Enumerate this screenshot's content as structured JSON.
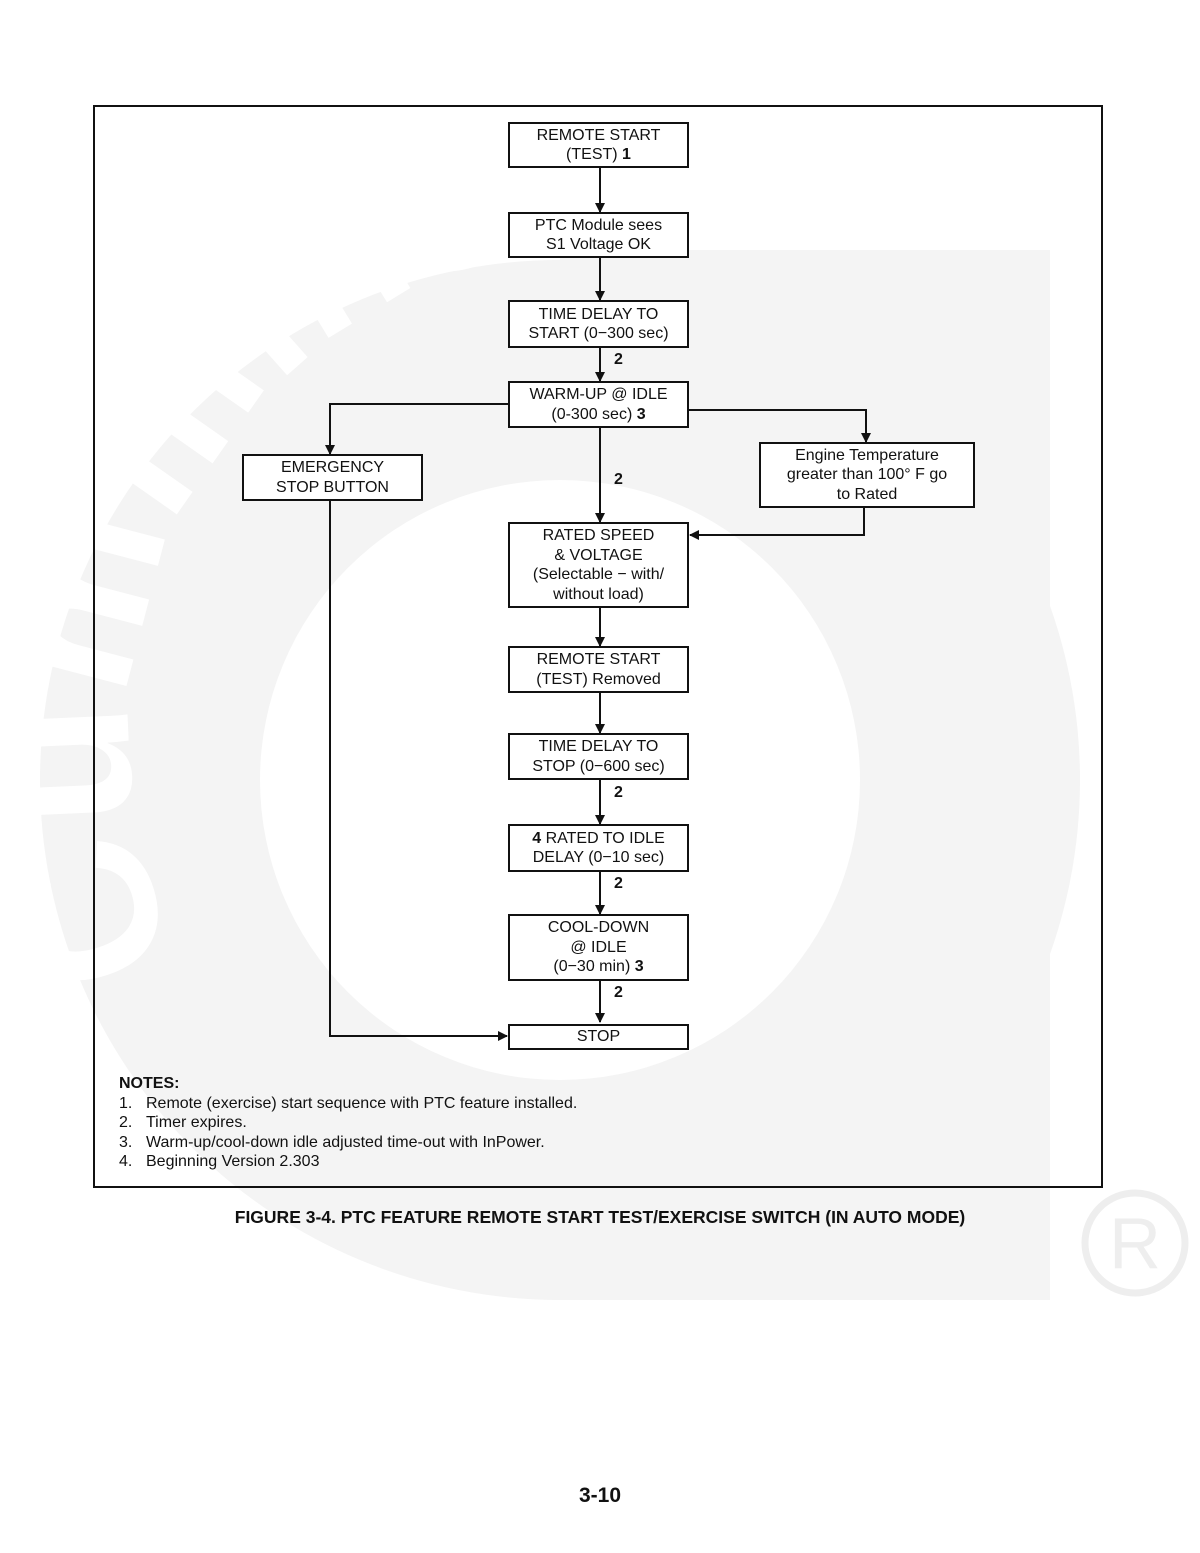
{
  "watermark": {
    "text": "Cummins",
    "registered_mark": "R",
    "color": "#eeeeee"
  },
  "flowchart": {
    "box_remote_start": {
      "line1": "REMOTE START",
      "line2": "(TEST)",
      "note": "1"
    },
    "box_ptc_module": {
      "line1": "PTC Module sees",
      "line2": "S1 Voltage OK"
    },
    "box_time_delay_start": {
      "line1": "TIME DELAY TO",
      "line2": "START (0−300 sec)"
    },
    "box_warmup": {
      "line1": "WARM-UP @ IDLE",
      "line2": "(0-300 sec)",
      "note": "3"
    },
    "box_emergency_stop": {
      "line1": "EMERGENCY",
      "line2": "STOP BUTTON"
    },
    "box_engine_temp": {
      "line1": "Engine Temperature",
      "line2": "greater than 100° F go",
      "line3": "to Rated"
    },
    "box_rated_speed": {
      "line1": "RATED SPEED",
      "line2": "& VOLTAGE",
      "line3": "(Selectable − with/",
      "line4": "without load)"
    },
    "box_remote_removed": {
      "line1": "REMOTE START",
      "line2": "(TEST) Removed"
    },
    "box_time_delay_stop": {
      "line1": "TIME DELAY TO",
      "line2": "STOP (0−600 sec)"
    },
    "box_rated_to_idle": {
      "note": "4",
      "line1": "RATED TO IDLE",
      "line2": "DELAY (0−10 sec)"
    },
    "box_cooldown": {
      "line1": "COOL-DOWN",
      "line2": "@ IDLE",
      "line3": "(0−30 min)",
      "note": "3"
    },
    "box_stop": {
      "line1": "STOP"
    },
    "timer_label": "2"
  },
  "notes": {
    "title": "NOTES:",
    "items": [
      {
        "num": "1.",
        "text": "Remote (exercise) start sequence with PTC feature installed."
      },
      {
        "num": "2.",
        "text": "Timer expires."
      },
      {
        "num": "3.",
        "text": "Warm-up/cool-down idle adjusted time-out with InPower."
      },
      {
        "num": "4.",
        "text": "Beginning Version 2.303"
      }
    ]
  },
  "caption": "FIGURE 3-4. PTC FEATURE REMOTE START TEST/EXERCISE SWITCH (IN AUTO MODE)",
  "page_number": "3-10"
}
